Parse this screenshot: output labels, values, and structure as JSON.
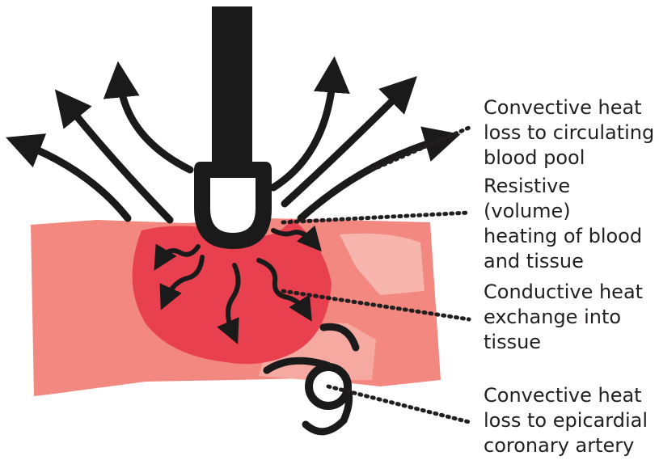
{
  "labels": {
    "convective_blood_pool": "Convective heat\nloss to circulating\nblood pool",
    "resistive_heating": "Resistive (volume)\nheating of blood\nand tissue",
    "conductive_exchange": "Conductive heat\nexchange into\ntissue",
    "convective_artery": "Convective heat\nloss to epicardial\ncoronary artery"
  },
  "colors": {
    "tissue": "#f2887f",
    "heated_zone": "#e8404e",
    "catheter": "#1a1a1a",
    "leader_dots": "#231f20"
  }
}
